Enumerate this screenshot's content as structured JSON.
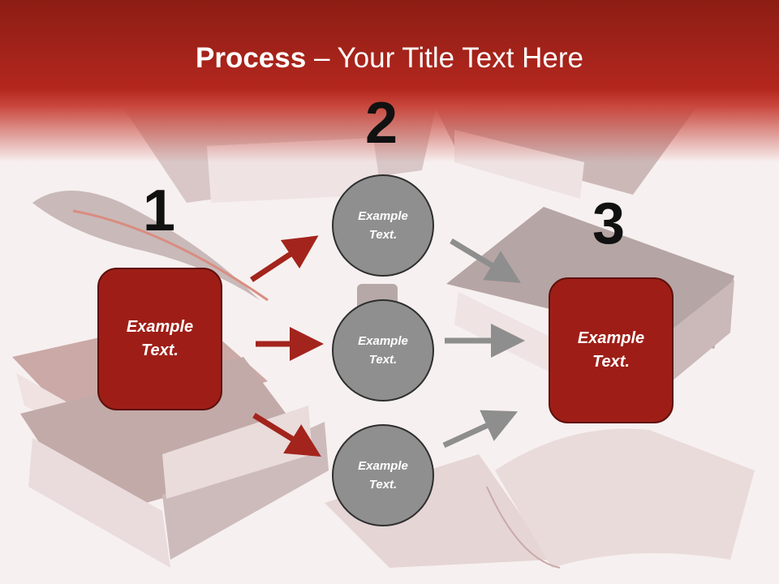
{
  "slide": {
    "title_bold": "Process",
    "title_rest": " – Your Title Text Here",
    "numbers": [
      "1",
      "2",
      "3"
    ],
    "left_box_text": "Example\nText.",
    "right_box_text": "Example\nText.",
    "circles": [
      {
        "text": "Example\nText."
      },
      {
        "text": "Example\nText."
      },
      {
        "text": "Example\nText."
      }
    ]
  },
  "colors": {
    "header_red": "#b3271e",
    "box_red": "#9e1e17",
    "circle_gray": "#8f8f8f",
    "arrow_red": "#a3241c",
    "arrow_gray": "#8e8e8e"
  },
  "icons": {
    "background": "books-and-quill-illustration"
  }
}
